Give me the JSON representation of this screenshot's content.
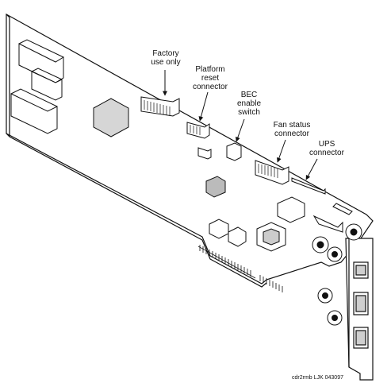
{
  "callouts": {
    "factory": [
      "Factory",
      "use only"
    ],
    "platform": [
      "Platform",
      "reset",
      "connector"
    ],
    "bec": [
      "BEC",
      "enable",
      "switch"
    ],
    "fan": [
      "Fan status",
      "connector"
    ],
    "ups": [
      "UPS",
      "connector"
    ]
  },
  "caption": "cdr2rmb LJK 043097",
  "colors": {
    "ink": "#111111",
    "board": "#ffffff",
    "chip": "#d6d6d6"
  }
}
